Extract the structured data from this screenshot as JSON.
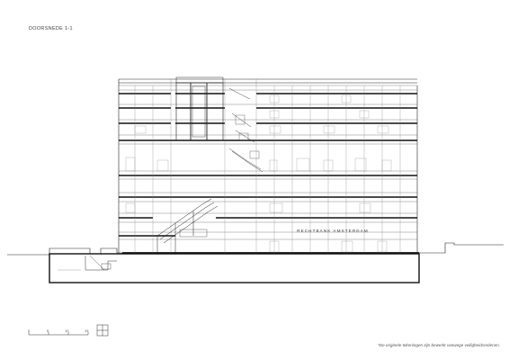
{
  "drawing": {
    "title": "DOORSNEDE 1-1",
    "building_label": "RECHTBANK AMSTERDAM",
    "footnote": "*De originele tekeningen zijn bewerkt vanwege veiligheidsredenen."
  },
  "scale_bar": {
    "ticks": [
      "0",
      "5",
      "10",
      "15"
    ]
  }
}
